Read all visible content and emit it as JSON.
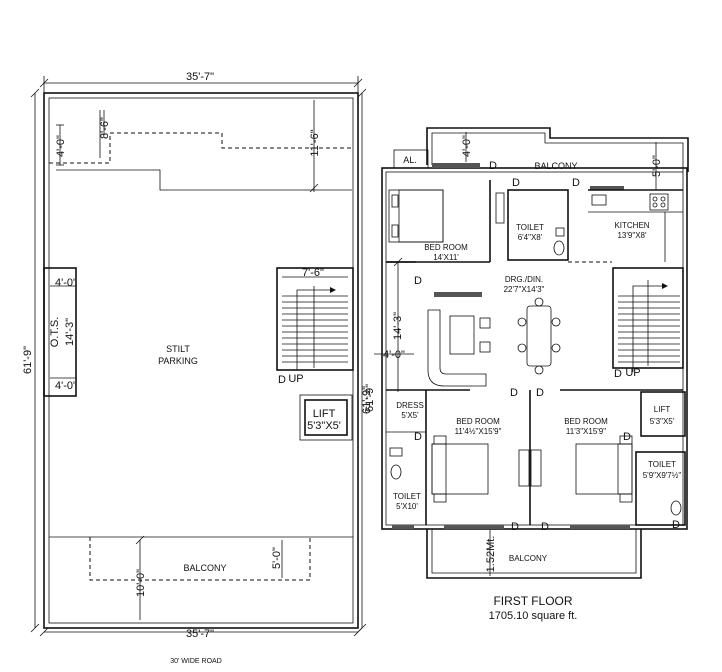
{
  "left_plan": {
    "width_top": "35'-7\"",
    "width_bottom": "35'-7\"",
    "depth_left": "61'-9\"",
    "depth_right": "61'-9\"",
    "notch_a": "4'-0\"",
    "notch_b": "8'-6\"",
    "notch_c": "11'-6\"",
    "ots_label": "O.T.S.",
    "ots_top": "4'-0\"",
    "ots_height": "14'-3\"",
    "ots_bottom": "4'-0\"",
    "stair_width": "7'-6\"",
    "stair_up": "UP",
    "door_d": "D",
    "parking_line1": "STILT",
    "parking_line2": "PARKING",
    "lift_name": "LIFT",
    "lift_size": "5'3\"X5'",
    "balcony": "BALCONY",
    "balcony_depth": "10'-0\"",
    "balcony_inset": "5'-0\"",
    "road": "30' WIDE ROAD"
  },
  "right_plan": {
    "al": "AL.",
    "top_dim": "4'-0\"",
    "side_dim": "5'-0\"",
    "balcony_top": "BALCONY",
    "bed1_name": "BED ROOM",
    "bed1_size": "14'X11'",
    "toilet1_name": "TOILET",
    "toilet1_size": "6'4\"X8'",
    "kitchen_name": "KITCHEN",
    "kitchen_size": "13'9\"X8'",
    "drg_name": "DRG./DIN.",
    "drg_size": "22'7\"X14'3\"",
    "vert_dim": "14'-3\"",
    "left_dim": "4'-0\"",
    "stair_up": "UP",
    "door_d": "D",
    "dress_name": "DRESS",
    "dress_size": "5'X5'",
    "bed2_name": "BED ROOM",
    "bed2_size": "11'4½\"X15'9\"",
    "bed3_name": "BED ROOM",
    "bed3_size": "11'3\"X15'9\"",
    "lift_name": "LIFT",
    "lift_size": "5'3\"X5'",
    "toilet2_name": "TOILET",
    "toilet2_size": "5'X10'",
    "toilet3_name": "TOILET",
    "toilet3_size": "5'9\"X9'7½\"",
    "balcony_bottom": "BALCONY",
    "balcony_dim": "1.52Mt.",
    "side_dim_left": "61'-9\""
  },
  "caption": {
    "title": "FIRST FLOOR",
    "area": "1705.10 square ft."
  }
}
